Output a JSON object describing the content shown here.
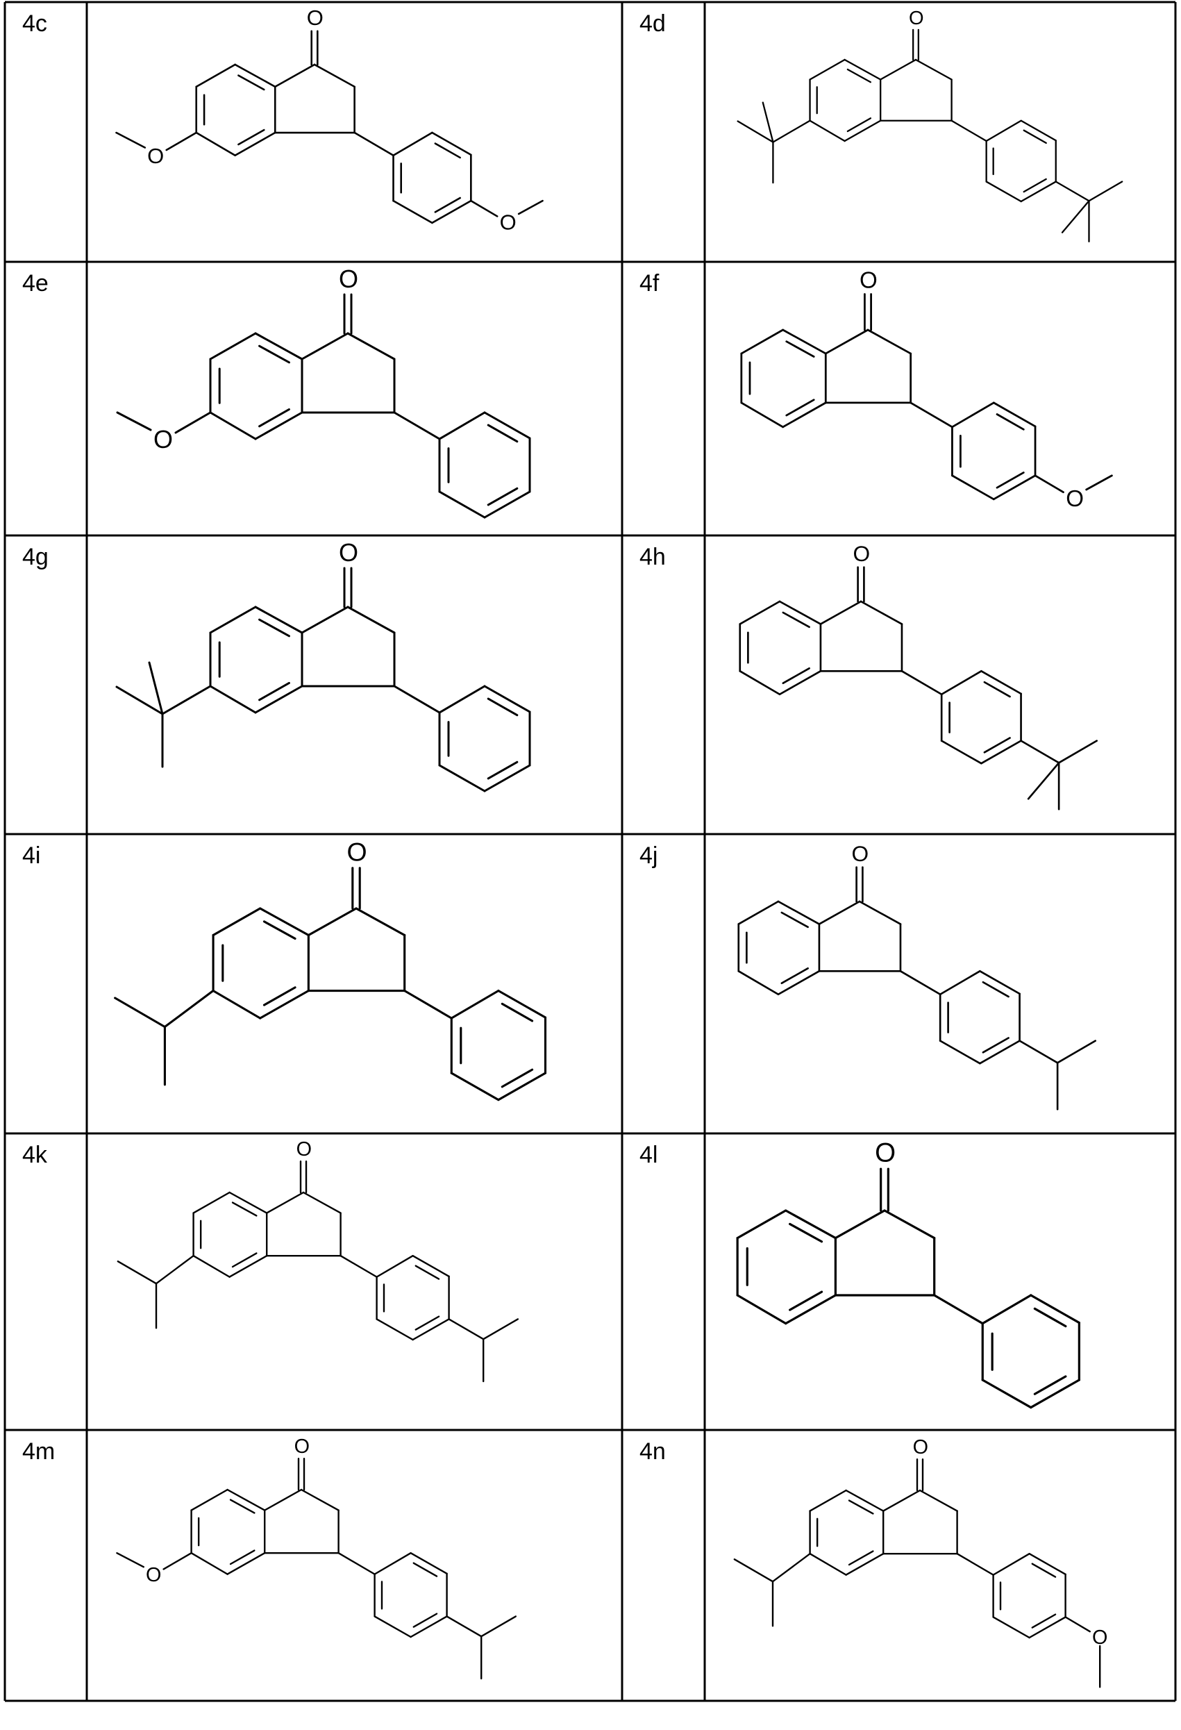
{
  "table": {
    "columns_x": [
      7,
      125,
      896,
      1015,
      1693
    ],
    "rows_y": [
      3,
      377,
      771,
      1201,
      1632,
      2059,
      2449
    ],
    "border_color": "#000000"
  },
  "compounds": [
    {
      "label": "4c",
      "row": 0,
      "col": 0,
      "r5": "OMe",
      "r4p": "OMe",
      "c1": [
        328,
        90
      ],
      "scale": 0.86
    },
    {
      "label": "4d",
      "row": 0,
      "col": 1,
      "r5": "tBu",
      "r4p": "tBu",
      "c1": [
        304,
        83
      ],
      "scale": 0.77
    },
    {
      "label": "4e",
      "row": 1,
      "col": 0,
      "r5": "OMe",
      "r4p": "H",
      "c1": [
        376,
        103
      ],
      "scale": 1.0
    },
    {
      "label": "4f",
      "row": 1,
      "col": 1,
      "r5": "H",
      "r4p": "OMe",
      "c1": [
        235,
        98
      ],
      "scale": 0.92
    },
    {
      "label": "4g",
      "row": 2,
      "col": 0,
      "r5": "tBu",
      "r4p": "H",
      "c1": [
        376,
        103
      ],
      "scale": 1.0
    },
    {
      "label": "4h",
      "row": 2,
      "col": 1,
      "r5": "H",
      "r4p": "tBu",
      "c1": [
        225,
        95
      ],
      "scale": 0.88
    },
    {
      "label": "4i",
      "row": 3,
      "col": 0,
      "r5": "iPr",
      "r4p": "H",
      "c1": [
        388,
        107
      ],
      "scale": 1.04
    },
    {
      "label": "4j",
      "row": 3,
      "col": 1,
      "r5": "H",
      "r4p": "iPr",
      "c1": [
        223,
        97
      ],
      "scale": 0.88
    },
    {
      "label": "4k",
      "row": 4,
      "col": 0,
      "r5": "iPr",
      "r4p": "iPr",
      "c1": [
        312,
        85
      ],
      "scale": 0.8
    },
    {
      "label": "4l",
      "row": 4,
      "col": 1,
      "r5": "H",
      "r4p": "H",
      "c1": [
        259,
        111
      ],
      "scale": 1.07
    },
    {
      "label": "4m",
      "row": 5,
      "col": 0,
      "r5": "OMe",
      "r4p": "iPr",
      "c1": [
        309,
        86
      ],
      "scale": 0.8
    },
    {
      "label": "4n",
      "row": 5,
      "col": 1,
      "r5": "iPr",
      "r4p": "OMe-down",
      "c1": [
        310,
        87
      ],
      "scale": 0.8
    }
  ],
  "atom_labels": {
    "oxygen": "O"
  }
}
